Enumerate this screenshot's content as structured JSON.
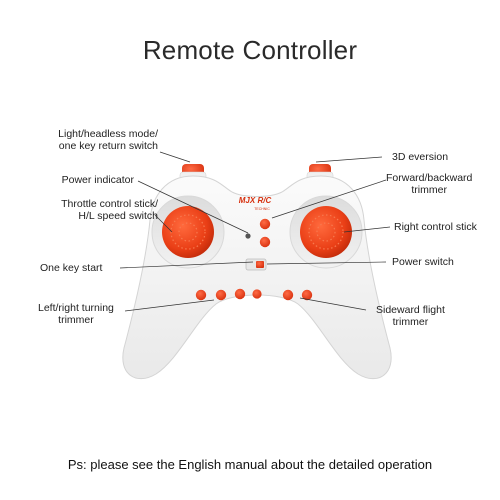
{
  "title": "Remote Controller",
  "labels": {
    "light_headless": [
      "Light/headless mode/",
      "one key return switch"
    ],
    "power_indicator": "Power indicator",
    "throttle": [
      "Throttle control stick/",
      "H/L speed switch"
    ],
    "one_key_start": "One key start",
    "left_right_trim": [
      "Left/right turning",
      "trimmer"
    ],
    "eversion_3d": "3D eversion",
    "forward_backward": [
      "Forward/backward",
      "trimmer"
    ],
    "right_stick": "Right control stick",
    "power_switch": "Power switch",
    "sideward": [
      "Sideward flight",
      "trimmer"
    ]
  },
  "brand": {
    "logo_text": "MJX R/C",
    "sub_text": "TECHNIC"
  },
  "footer": "Ps: please see the English manual about the detailed operation",
  "colors": {
    "accent": "#e8401c",
    "body": "#f4f4f4",
    "stick": "#ea3f16"
  }
}
